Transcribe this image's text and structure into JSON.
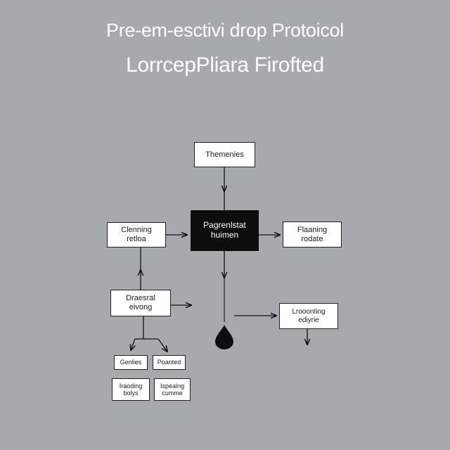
{
  "title": {
    "line1": "Pre-em-esctivi drop Protoicol",
    "line2": "LorrcepPliara Firofted"
  },
  "nodes": {
    "themenies": "Themenies",
    "center": {
      "line1": "Pagrenlstat",
      "line2": "huimen"
    },
    "left": {
      "line1": "Clenning",
      "line2": "retloa"
    },
    "right": {
      "line1": "Flaaning",
      "line2": "rodate"
    },
    "mid_left": {
      "line1": "Draesral",
      "line2": "eivong"
    },
    "mid_right": {
      "line1": "Lrooonting",
      "line2": "ediyrie"
    },
    "small_1": "Genlies",
    "small_2": "Poanted",
    "small_3": {
      "line1": "Iraoding",
      "line2": "bolys"
    },
    "small_4": {
      "line1": "Ispealng",
      "line2": "cumme"
    }
  },
  "colors": {
    "background": "#a8a9ac",
    "title_text": "#ffffff",
    "box_fill": "#ffffff",
    "box_border": "#222222",
    "dark_box_fill": "#0d0d0d",
    "line": "#111111",
    "drop": "#0d0d0d"
  },
  "icons": {
    "drop": "drop-icon"
  }
}
